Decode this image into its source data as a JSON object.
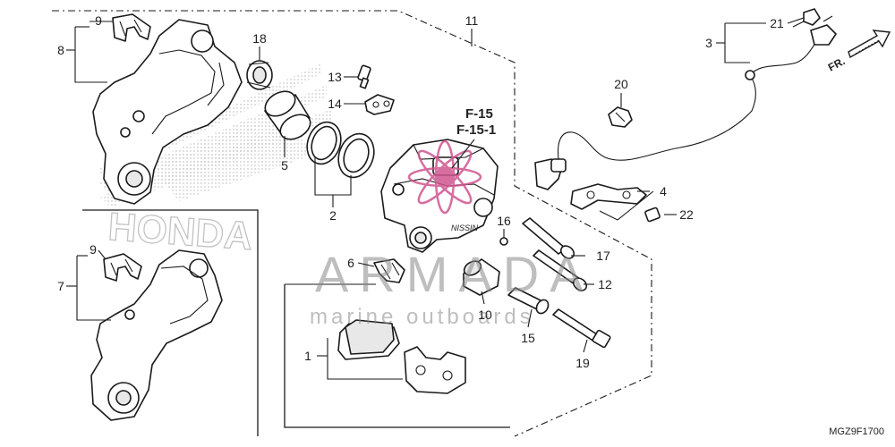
{
  "watermark": {
    "brand": "ARMADA",
    "tagline": "marine outboards",
    "maker_logo": "HONDA",
    "maker_logo_color": "#9a9a9a",
    "brand_color": "#8a8a8a",
    "accent_color": "#d0558f"
  },
  "reference_labels": [
    "F-15",
    "F-15-1"
  ],
  "diagram_code": "MGZ9F1700",
  "direction_label": "FR.",
  "callouts": {
    "p1": "1",
    "p2": "2",
    "p3": "3",
    "p4": "4",
    "p5": "5",
    "p6": "6",
    "p7": "7",
    "p8": "8",
    "p9a": "9",
    "p9b": "9",
    "p10": "10",
    "p11": "11",
    "p12": "12",
    "p13": "13",
    "p14": "14",
    "p15": "15",
    "p16": "16",
    "p17": "17",
    "p18": "18",
    "p19": "19",
    "p20": "20",
    "p21": "21",
    "p22": "22"
  }
}
